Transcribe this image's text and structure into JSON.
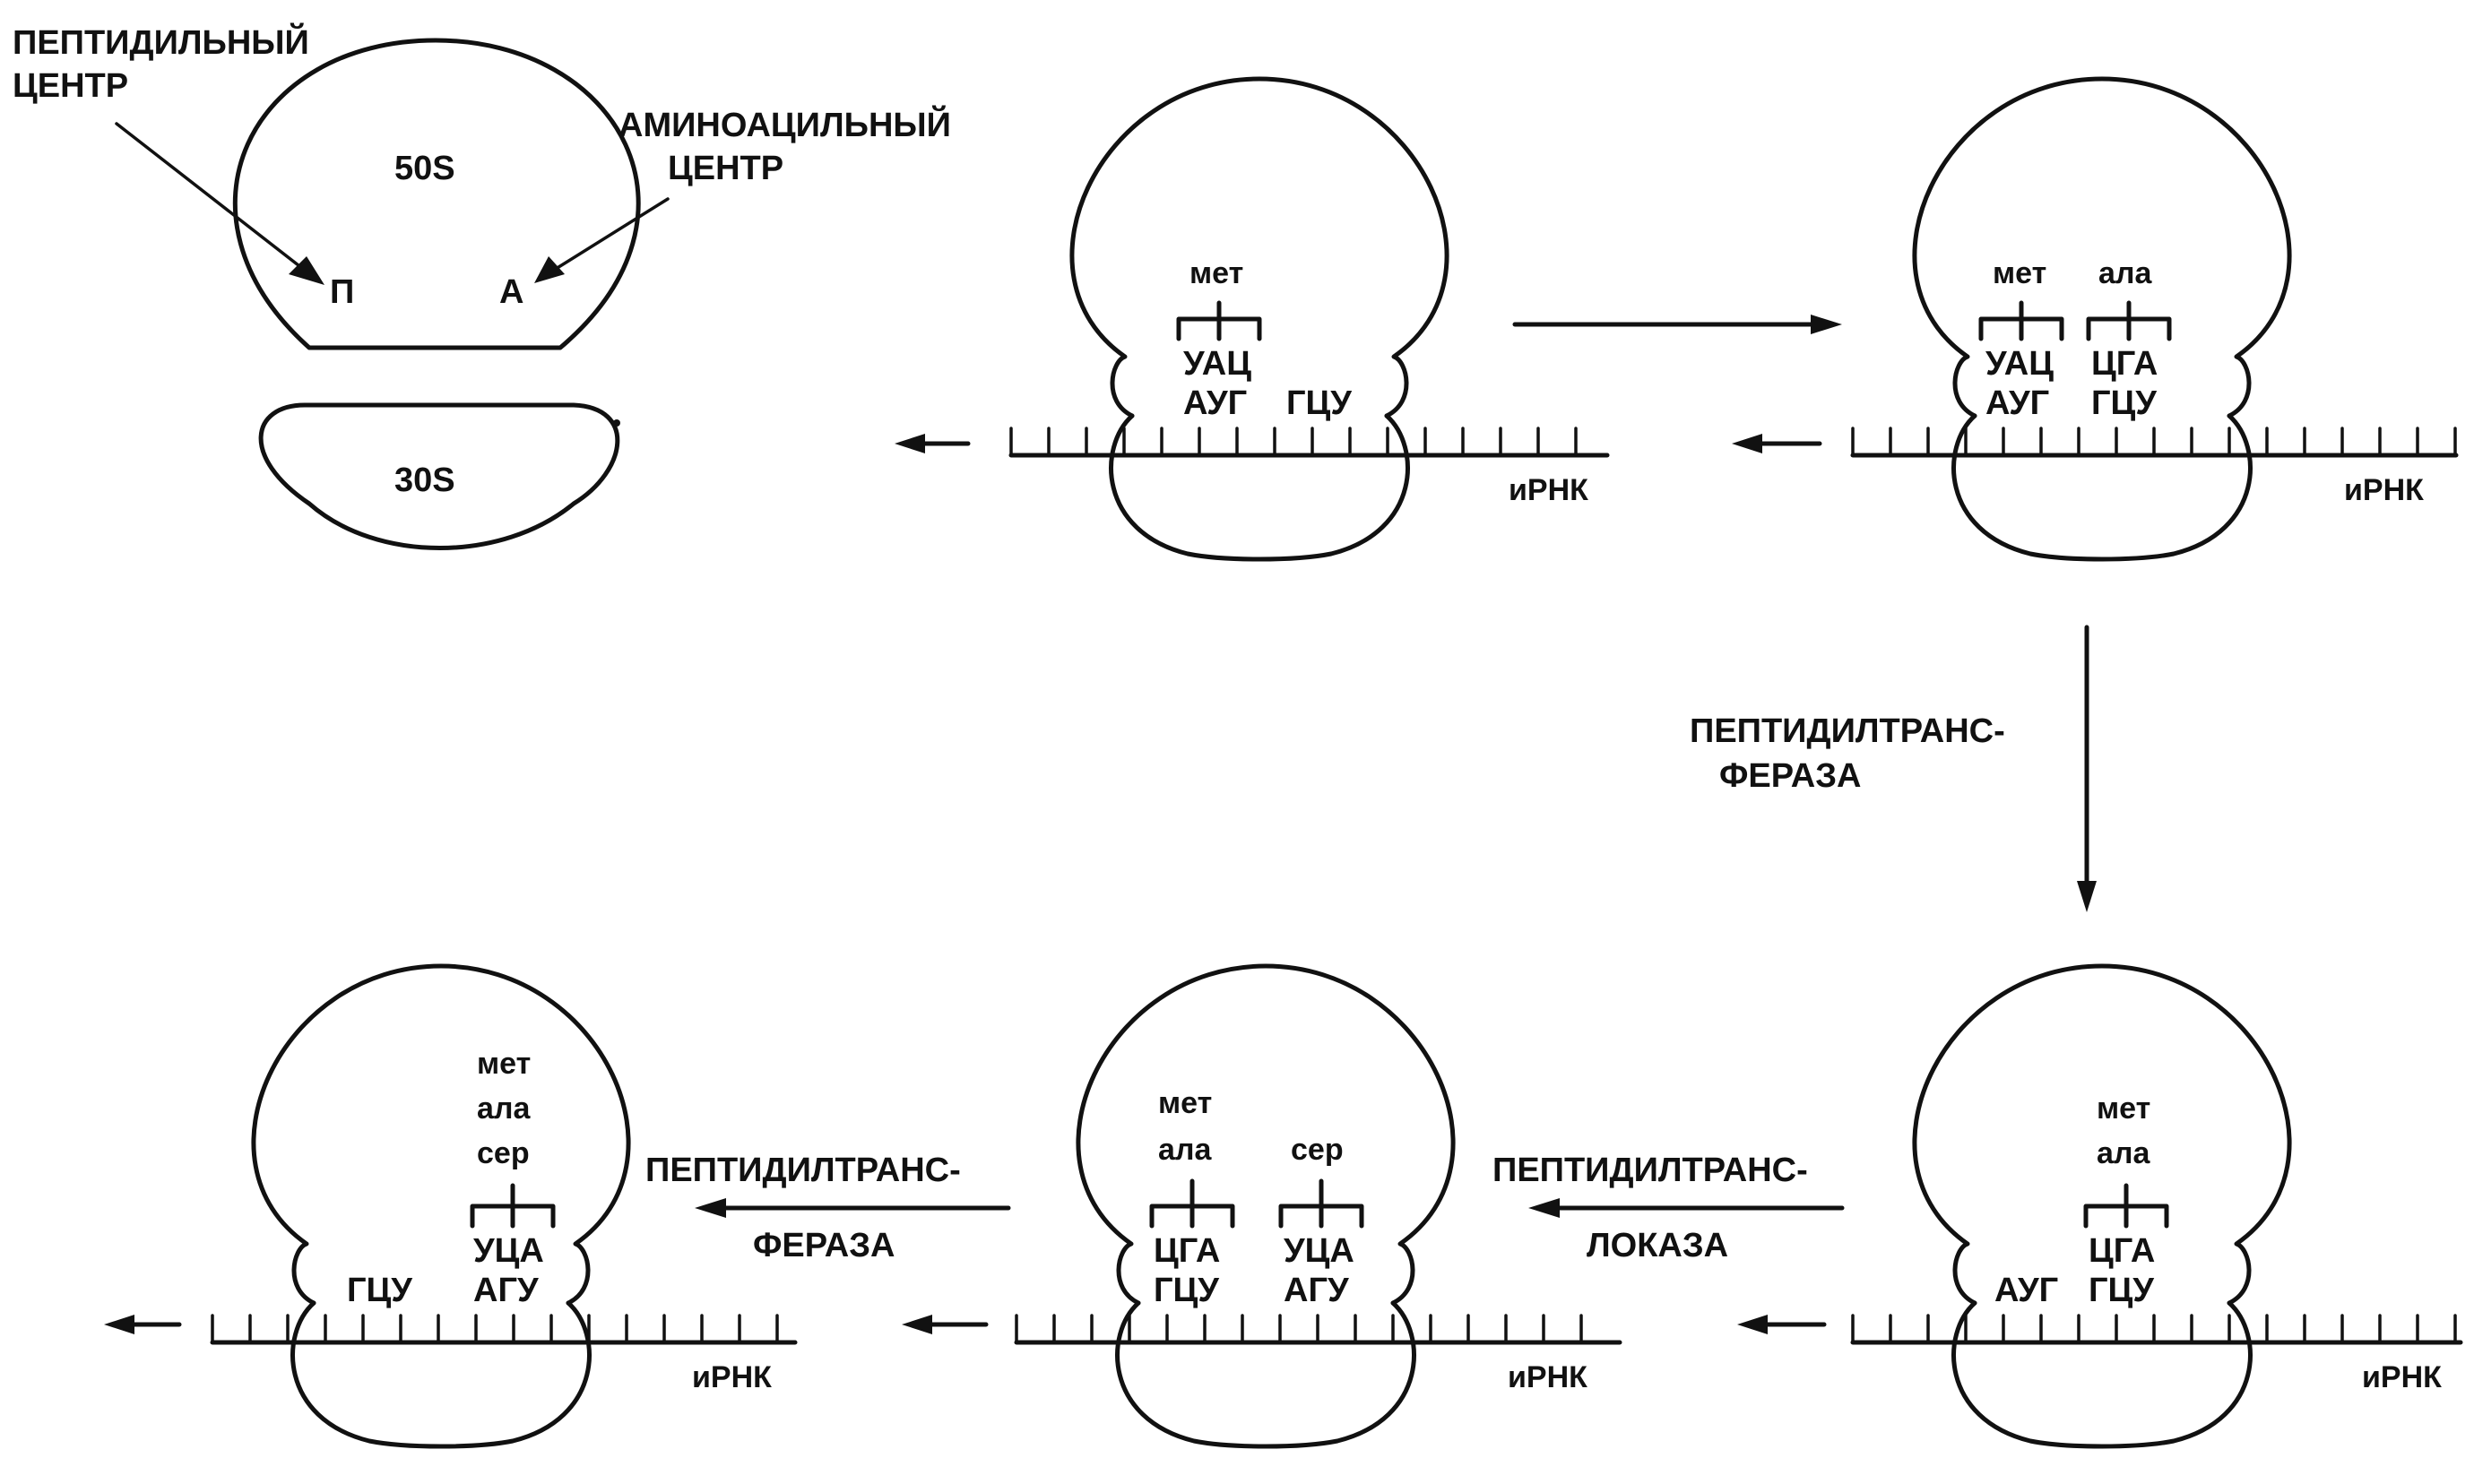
{
  "labels": {
    "peptidyl_center_line1": "ПЕПТИДИЛЬНЫЙ",
    "peptidyl_center_line2": "ЦЕНТР",
    "aminoacyl_center_line1": "АМИНОАЦИЛЬНЫЙ",
    "aminoacyl_center_line2": "ЦЕНТР",
    "large_subunit": "50S",
    "small_subunit": "30S",
    "site_p": "П",
    "site_a": "А"
  },
  "enzymes": {
    "transferase_line1": "ПЕПТИДИЛТРАНС-",
    "transferase_line2": "ФЕРАЗА",
    "translocase_line1": "ПЕПТИДИЛТРАНС-",
    "translocase_line2": "ЛОКАЗА",
    "transferase2_line1": "ПЕПТИДИЛТРАНС-",
    "transferase2_line2": "ФЕРАЗА"
  },
  "stages": {
    "s1": {
      "aa": [
        "мет"
      ],
      "anticodon": "УАЦ",
      "codon1": "АУГ",
      "codon2": "ГЦУ",
      "mrna": "иРНК"
    },
    "s2": {
      "aa1": "мет",
      "aa2": "ала",
      "anticodon1": "УАЦ",
      "anticodon2": "ЦГА",
      "codon1": "АУГ",
      "codon2": "ГЦУ",
      "mrna": "иРНК"
    },
    "s3": {
      "aa1": "мет",
      "aa2": "ала",
      "anticodon": "ЦГА",
      "codon1": "АУГ",
      "codon2": "ГЦУ",
      "mrna": "иРНК"
    },
    "s4": {
      "aa1": "мет",
      "aa2": "ала",
      "aa3": "сер",
      "anticodon1": "ЦГА",
      "anticodon2": "УЦА",
      "codon1": "ГЦУ",
      "codon2": "АГУ",
      "mrna": "иРНК"
    },
    "s5": {
      "aa1": "мет",
      "aa2": "ала",
      "aa3": "сер",
      "anticodon": "УЦА",
      "codon1": "ГЦУ",
      "codon2": "АГУ",
      "mrna": "иРНК"
    }
  }
}
